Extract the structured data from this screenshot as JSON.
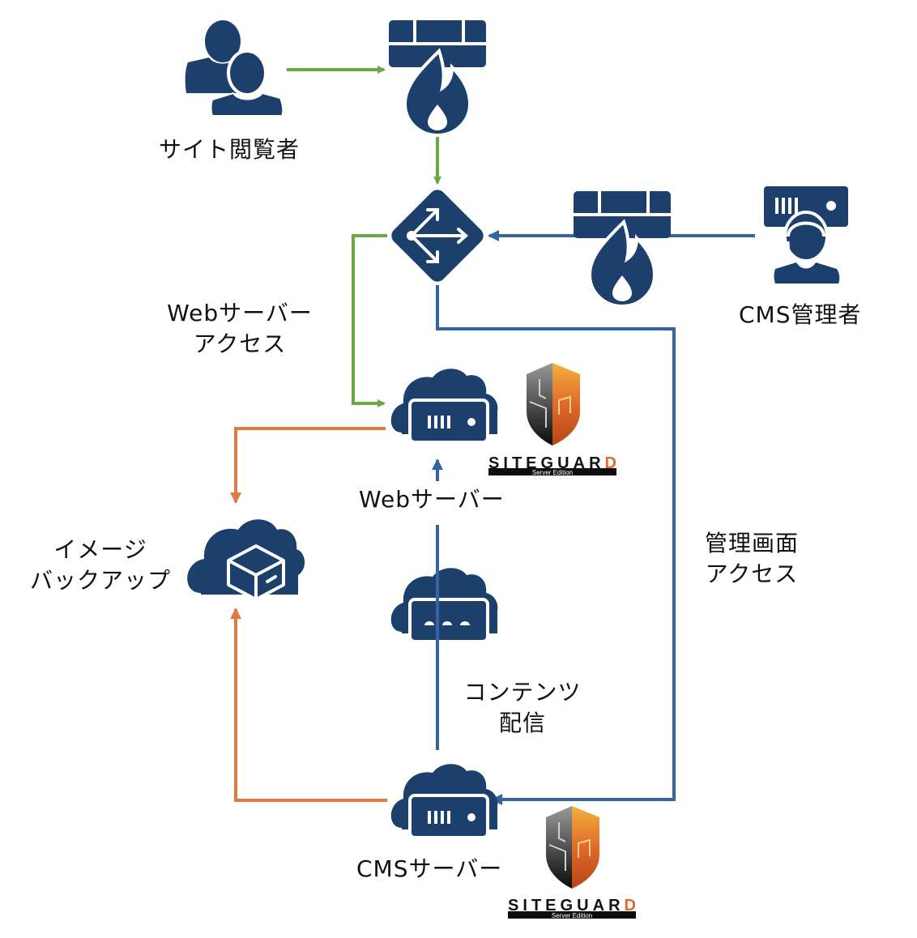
{
  "colors": {
    "icon": "#1c3f6b",
    "green_flow": "#6aaa45",
    "blue_flow": "#3565a0",
    "orange_flow": "#e07a43",
    "siteguard_accent": "#e06a2a"
  },
  "nodes": {
    "site_viewer": {
      "icon": "users-icon",
      "label": "サイト閲覧者"
    },
    "firewall_public": {
      "icon": "firewall-icon"
    },
    "router": {
      "icon": "router-icon"
    },
    "firewall_admin": {
      "icon": "firewall-icon"
    },
    "cms_admin": {
      "icon": "admin-operator-icon",
      "label": "CMS管理者"
    },
    "web_server": {
      "icon": "cloud-server-icon",
      "label": "Webサーバー"
    },
    "image_backup": {
      "icon": "cloud-box-icon",
      "label_line1": "イメージ",
      "label_line2": "バックアップ"
    },
    "cdn": {
      "icon": "cloud-network-icon"
    },
    "cms_server": {
      "icon": "cloud-server-icon",
      "label": "CMSサーバー"
    }
  },
  "edge_labels": {
    "web_access_line1": "Webサーバー",
    "web_access_line2": "アクセス",
    "admin_access_line1": "管理画面",
    "admin_access_line2": "アクセス",
    "content_delivery_line1": "コンテンツ",
    "content_delivery_line2": "配信"
  },
  "badges": {
    "web_server_badge": {
      "brand_main": "SITEGUAR",
      "brand_accent": "D",
      "edition": "Server Edition"
    },
    "cms_server_badge": {
      "brand_main": "SITEGUAR",
      "brand_accent": "D",
      "edition": "Server Edition"
    }
  }
}
